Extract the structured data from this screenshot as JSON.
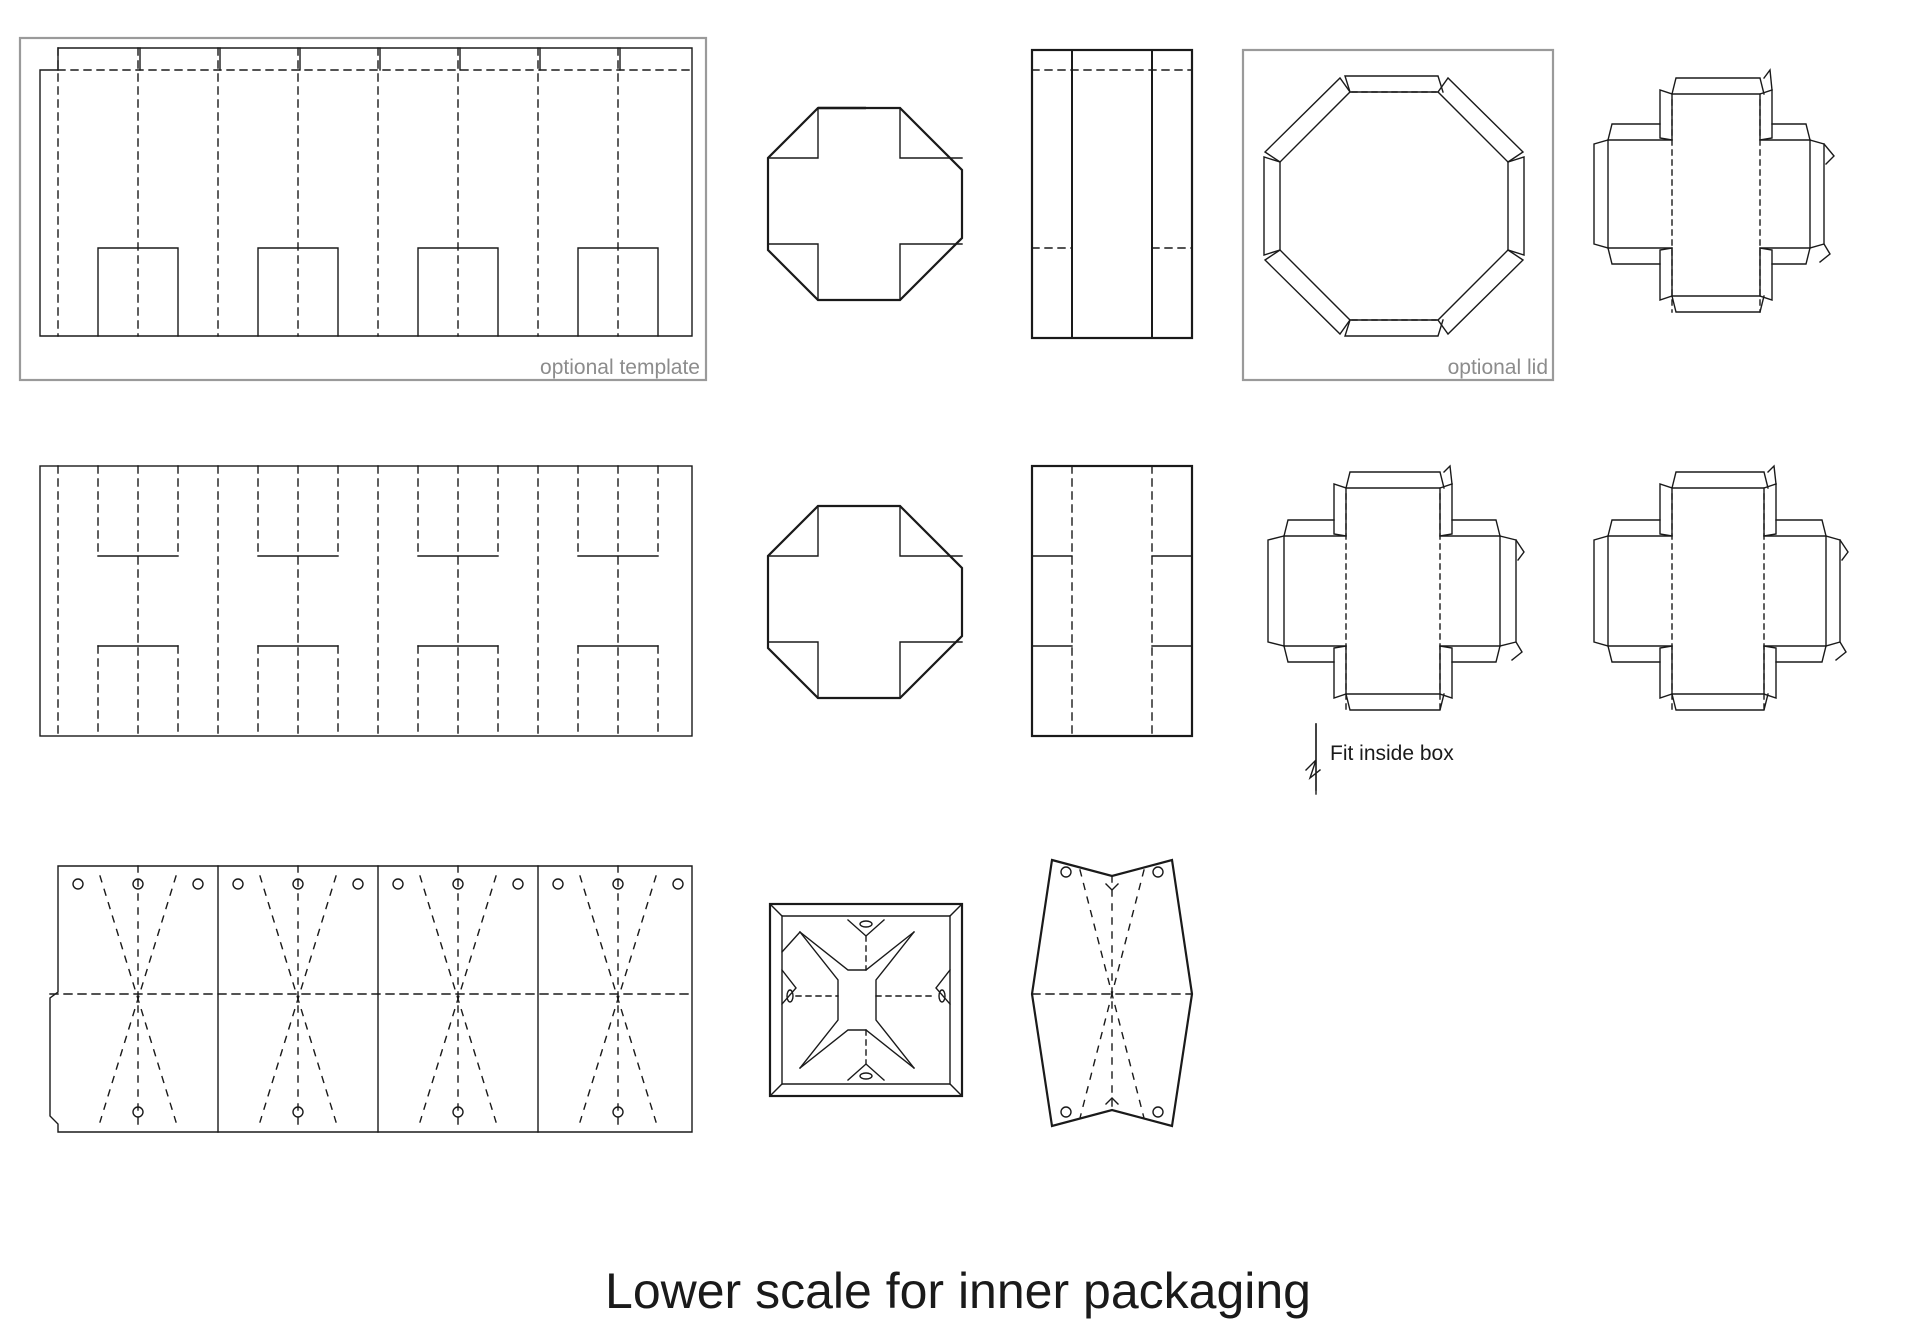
{
  "labels": {
    "template_note": "optional template",
    "lid_note": "optional lid",
    "fit_note": "Fit inside box",
    "caption": "Lower scale for inner packaging"
  },
  "colors": {
    "line": "#1a1a1a",
    "frame": "#9a9a9a",
    "note": "#8c8c8c"
  }
}
